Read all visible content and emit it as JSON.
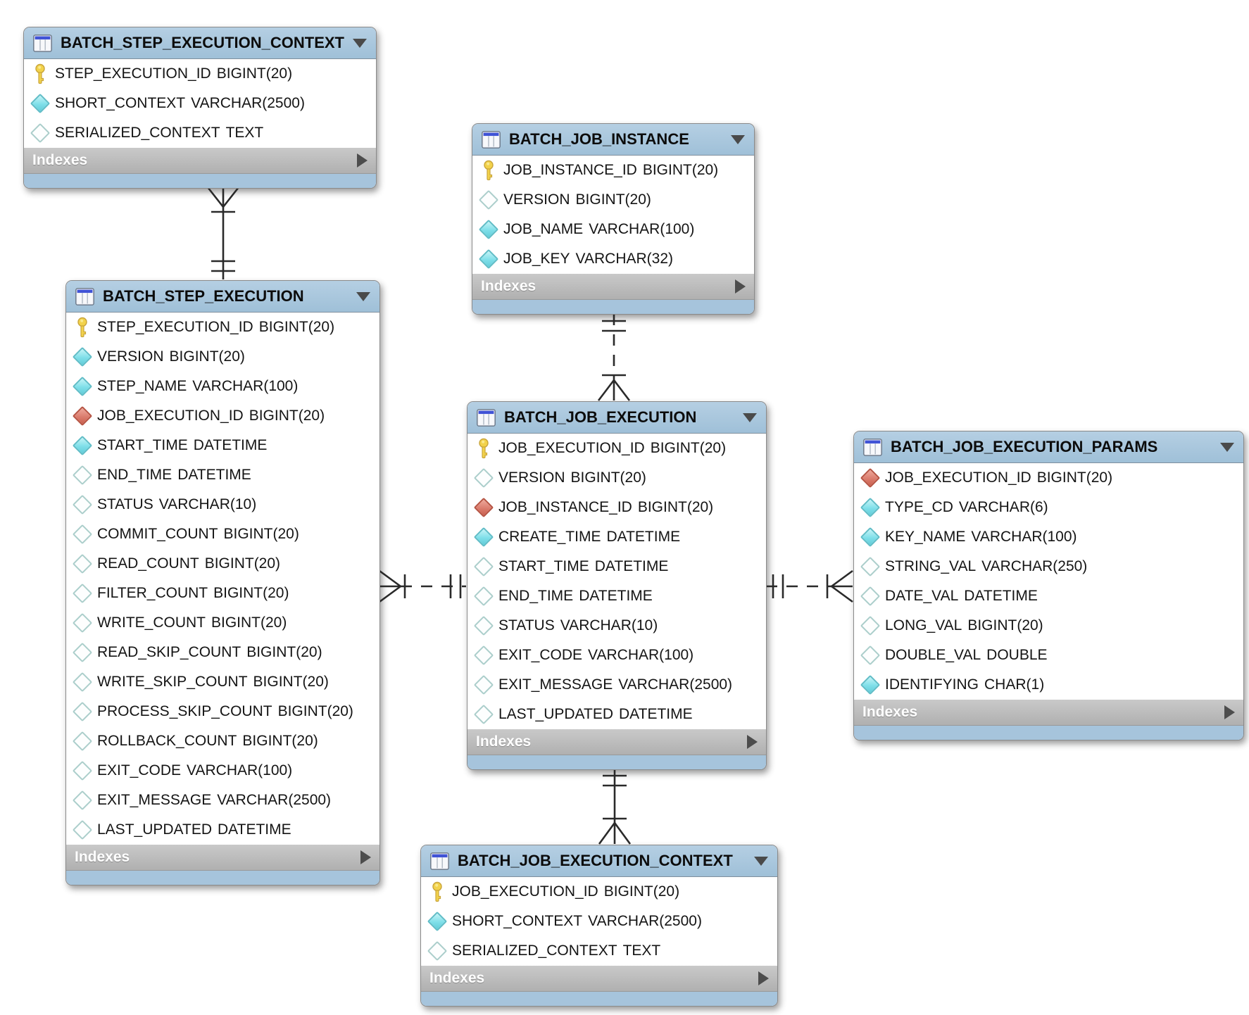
{
  "diagram": {
    "colors": {
      "header_blue": "#a6c4dc",
      "footer_gray": "#b9b9b9",
      "primary_key_yellow": "#f2d24b",
      "foreign_key_red": "#d9796a",
      "notnull_cyan": "#7fdfe9",
      "nullable_border": "#abcecb",
      "line": "#2a2a2a"
    },
    "tables": [
      {
        "title": "BATCH_STEP_EXECUTION_CONTEXT",
        "indexes_label": "Indexes",
        "columns": [
          {
            "name": "STEP_EXECUTION_ID",
            "type": "BIGINT(20)",
            "key": "primary"
          },
          {
            "name": "SHORT_CONTEXT",
            "type": "VARCHAR(2500)",
            "key": "notnull"
          },
          {
            "name": "SERIALIZED_CONTEXT",
            "type": "TEXT",
            "key": "nullable"
          }
        ]
      },
      {
        "title": "BATCH_JOB_INSTANCE",
        "indexes_label": "Indexes",
        "columns": [
          {
            "name": "JOB_INSTANCE_ID",
            "type": "BIGINT(20)",
            "key": "primary"
          },
          {
            "name": "VERSION",
            "type": "BIGINT(20)",
            "key": "nullable"
          },
          {
            "name": "JOB_NAME",
            "type": "VARCHAR(100)",
            "key": "notnull"
          },
          {
            "name": "JOB_KEY",
            "type": "VARCHAR(32)",
            "key": "notnull"
          }
        ]
      },
      {
        "title": "BATCH_STEP_EXECUTION",
        "indexes_label": "Indexes",
        "columns": [
          {
            "name": "STEP_EXECUTION_ID",
            "type": "BIGINT(20)",
            "key": "primary"
          },
          {
            "name": "VERSION",
            "type": "BIGINT(20)",
            "key": "notnull"
          },
          {
            "name": "STEP_NAME",
            "type": "VARCHAR(100)",
            "key": "notnull"
          },
          {
            "name": "JOB_EXECUTION_ID",
            "type": "BIGINT(20)",
            "key": "foreign"
          },
          {
            "name": "START_TIME",
            "type": "DATETIME",
            "key": "notnull"
          },
          {
            "name": "END_TIME",
            "type": "DATETIME",
            "key": "nullable"
          },
          {
            "name": "STATUS",
            "type": "VARCHAR(10)",
            "key": "nullable"
          },
          {
            "name": "COMMIT_COUNT",
            "type": "BIGINT(20)",
            "key": "nullable"
          },
          {
            "name": "READ_COUNT",
            "type": "BIGINT(20)",
            "key": "nullable"
          },
          {
            "name": "FILTER_COUNT",
            "type": "BIGINT(20)",
            "key": "nullable"
          },
          {
            "name": "WRITE_COUNT",
            "type": "BIGINT(20)",
            "key": "nullable"
          },
          {
            "name": "READ_SKIP_COUNT",
            "type": "BIGINT(20)",
            "key": "nullable"
          },
          {
            "name": "WRITE_SKIP_COUNT",
            "type": "BIGINT(20)",
            "key": "nullable"
          },
          {
            "name": "PROCESS_SKIP_COUNT",
            "type": "BIGINT(20)",
            "key": "nullable"
          },
          {
            "name": "ROLLBACK_COUNT",
            "type": "BIGINT(20)",
            "key": "nullable"
          },
          {
            "name": "EXIT_CODE",
            "type": "VARCHAR(100)",
            "key": "nullable"
          },
          {
            "name": "EXIT_MESSAGE",
            "type": "VARCHAR(2500)",
            "key": "nullable"
          },
          {
            "name": "LAST_UPDATED",
            "type": "DATETIME",
            "key": "nullable"
          }
        ]
      },
      {
        "title": "BATCH_JOB_EXECUTION",
        "indexes_label": "Indexes",
        "columns": [
          {
            "name": "JOB_EXECUTION_ID",
            "type": "BIGINT(20)",
            "key": "primary"
          },
          {
            "name": "VERSION",
            "type": "BIGINT(20)",
            "key": "nullable"
          },
          {
            "name": "JOB_INSTANCE_ID",
            "type": "BIGINT(20)",
            "key": "foreign"
          },
          {
            "name": "CREATE_TIME",
            "type": "DATETIME",
            "key": "notnull"
          },
          {
            "name": "START_TIME",
            "type": "DATETIME",
            "key": "nullable"
          },
          {
            "name": "END_TIME",
            "type": "DATETIME",
            "key": "nullable"
          },
          {
            "name": "STATUS",
            "type": "VARCHAR(10)",
            "key": "nullable"
          },
          {
            "name": "EXIT_CODE",
            "type": "VARCHAR(100)",
            "key": "nullable"
          },
          {
            "name": "EXIT_MESSAGE",
            "type": "VARCHAR(2500)",
            "key": "nullable"
          },
          {
            "name": "LAST_UPDATED",
            "type": "DATETIME",
            "key": "nullable"
          }
        ]
      },
      {
        "title": "BATCH_JOB_EXECUTION_PARAMS",
        "indexes_label": "Indexes",
        "columns": [
          {
            "name": "JOB_EXECUTION_ID",
            "type": "BIGINT(20)",
            "key": "foreign"
          },
          {
            "name": "TYPE_CD",
            "type": "VARCHAR(6)",
            "key": "notnull"
          },
          {
            "name": "KEY_NAME",
            "type": "VARCHAR(100)",
            "key": "notnull"
          },
          {
            "name": "STRING_VAL",
            "type": "VARCHAR(250)",
            "key": "nullable"
          },
          {
            "name": "DATE_VAL",
            "type": "DATETIME",
            "key": "nullable"
          },
          {
            "name": "LONG_VAL",
            "type": "BIGINT(20)",
            "key": "nullable"
          },
          {
            "name": "DOUBLE_VAL",
            "type": "DOUBLE",
            "key": "nullable"
          },
          {
            "name": "IDENTIFYING",
            "type": "CHAR(1)",
            "key": "notnull"
          }
        ]
      },
      {
        "title": "BATCH_JOB_EXECUTION_CONTEXT",
        "indexes_label": "Indexes",
        "columns": [
          {
            "name": "JOB_EXECUTION_ID",
            "type": "BIGINT(20)",
            "key": "primary"
          },
          {
            "name": "SHORT_CONTEXT",
            "type": "VARCHAR(2500)",
            "key": "notnull"
          },
          {
            "name": "SERIALIZED_CONTEXT",
            "type": "TEXT",
            "key": "nullable"
          }
        ]
      }
    ],
    "relationships": [
      {
        "from": "BATCH_STEP_EXECUTION_CONTEXT",
        "to": "BATCH_STEP_EXECUTION",
        "line": "solid",
        "from_end": "many",
        "to_end": "one"
      },
      {
        "from": "BATCH_JOB_INSTANCE",
        "to": "BATCH_JOB_EXECUTION",
        "line": "dashed",
        "from_end": "one",
        "to_end": "many"
      },
      {
        "from": "BATCH_STEP_EXECUTION",
        "to": "BATCH_JOB_EXECUTION",
        "line": "dashed",
        "from_end": "many",
        "to_end": "one"
      },
      {
        "from": "BATCH_JOB_EXECUTION",
        "to": "BATCH_JOB_EXECUTION_PARAMS",
        "line": "dashed",
        "from_end": "one",
        "to_end": "many"
      },
      {
        "from": "BATCH_JOB_EXECUTION",
        "to": "BATCH_JOB_EXECUTION_CONTEXT",
        "line": "solid",
        "from_end": "one",
        "to_end": "many"
      }
    ]
  }
}
